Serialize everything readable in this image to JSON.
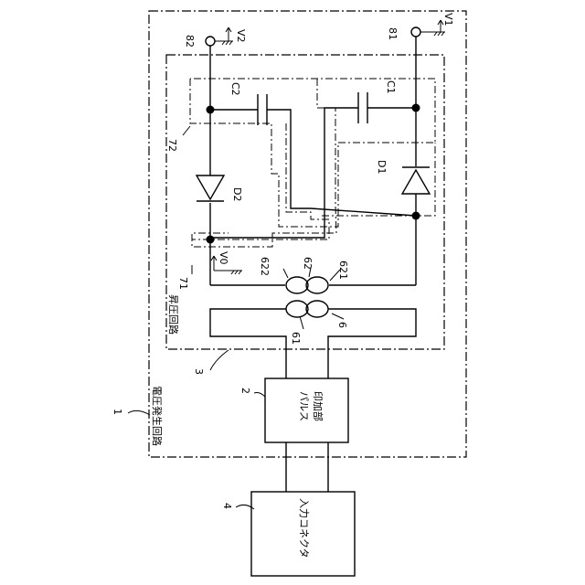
{
  "labels": {
    "n1": "1",
    "n2": "2",
    "n3": "3",
    "n4": "4",
    "n6": "6",
    "n61": "61",
    "n62": "62",
    "n621": "621",
    "n622": "622",
    "n71": "71",
    "n72": "72",
    "n81": "81",
    "n82": "82",
    "v0": "V0",
    "v1": "V1",
    "v2": "V2",
    "c1": "C1",
    "c2": "C2",
    "d1": "D1",
    "d2": "D2"
  },
  "blocks": {
    "voltage_generation": "電圧発生回路",
    "booster": "昇圧回路",
    "pulse_line1": "パルス",
    "pulse_line2": "印加部",
    "input_connector": "入力コネクタ"
  }
}
